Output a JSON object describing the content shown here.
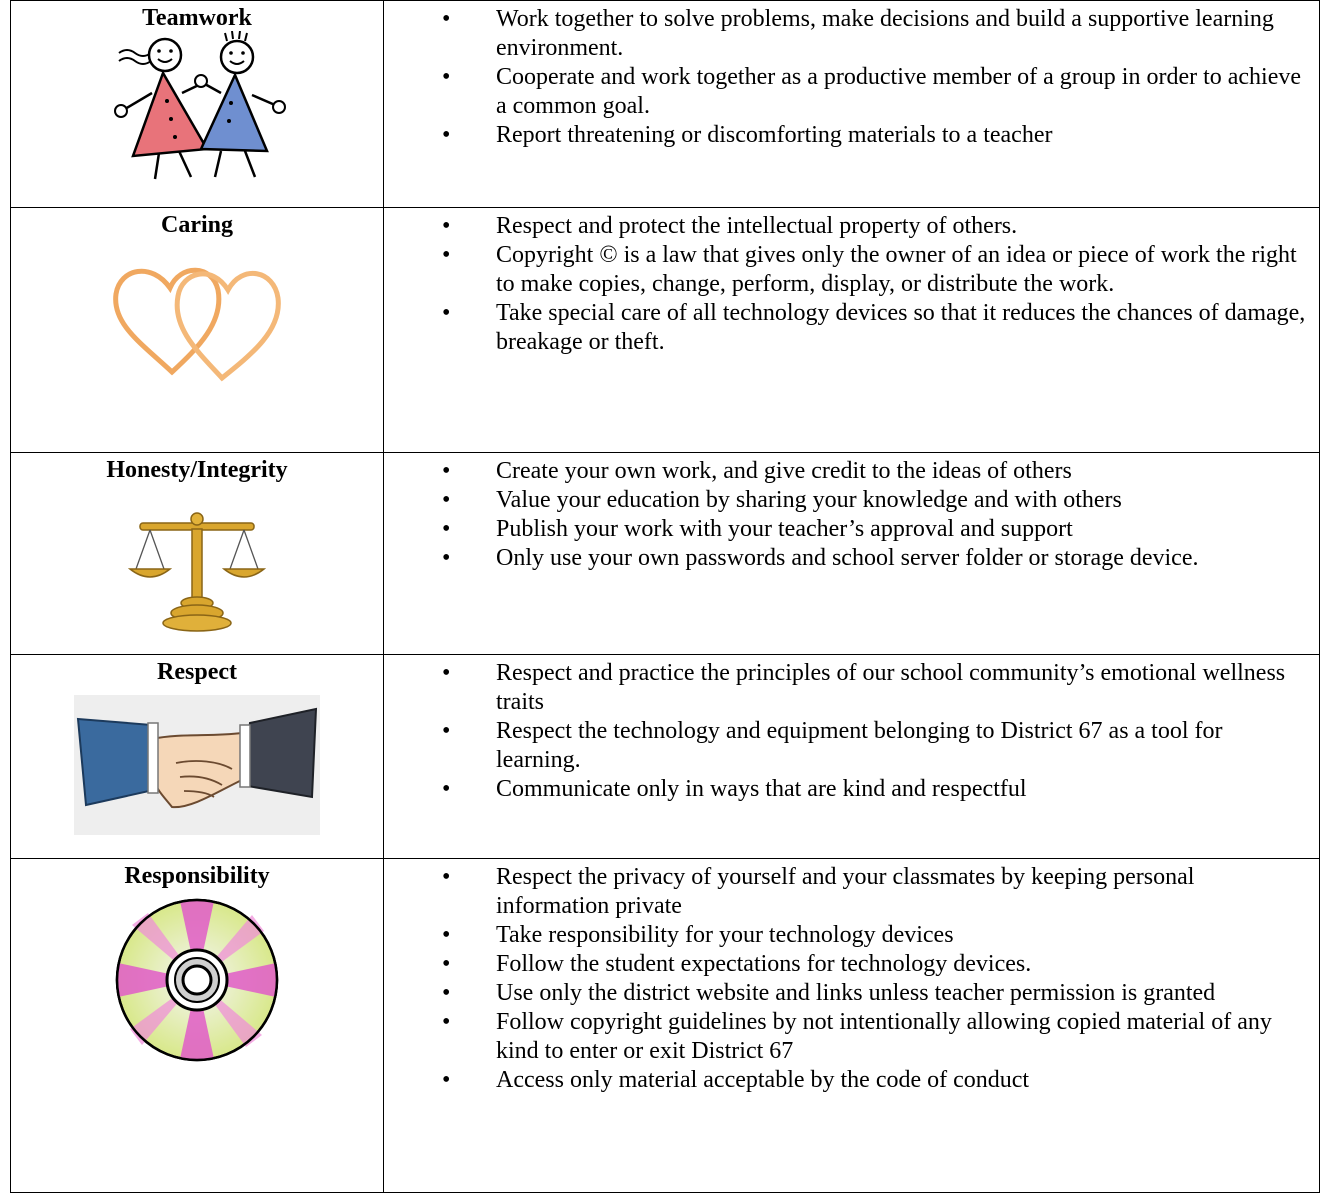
{
  "rows": [
    {
      "trait": "Teamwork",
      "icon": "teamwork-kids-icon",
      "items": [
        "Work together to solve problems, make decisions and build a supportive learning environment.",
        "Cooperate and work together as a productive member of a group in order to achieve a common goal.",
        "Report threatening or discomforting materials to a teacher"
      ]
    },
    {
      "trait": "Caring",
      "icon": "hearts-icon",
      "items": [
        "Respect and protect the intellectual property of others.",
        "Copyright © is a law that gives only the owner of an idea or piece of work the right to make copies, change, perform, display, or distribute the work.",
        "Take special care of all technology devices so that it reduces the chances of damage, breakage or theft."
      ]
    },
    {
      "trait": "Honesty/Integrity",
      "icon": "scales-icon",
      "items": [
        "Create your own work, and give credit to the ideas of others",
        "Value your education by sharing your knowledge and with others",
        "Publish your work with your teacher’s approval and support",
        "Only use your own passwords and school server folder or storage device."
      ]
    },
    {
      "trait": "Respect",
      "icon": "handshake-icon",
      "items": [
        "Respect and practice the principles of our school community’s emotional wellness traits",
        "Respect the technology and equipment belonging to District 67 as a tool for learning.",
        "Communicate only in ways that are kind and respectful"
      ]
    },
    {
      "trait": "Responsibility",
      "icon": "disc-icon",
      "items": [
        "Respect the privacy of yourself and your classmates by keeping personal information private",
        "Take responsibility for your technology devices",
        "Follow the student expectations for technology devices.",
        "Use only the district website and links unless teacher permission is granted",
        "Follow copyright guidelines by not intentionally allowing copied material of any kind to enter or exit District 67",
        "Access only material acceptable by the code of conduct"
      ]
    }
  ],
  "bullet_glyph": "•"
}
